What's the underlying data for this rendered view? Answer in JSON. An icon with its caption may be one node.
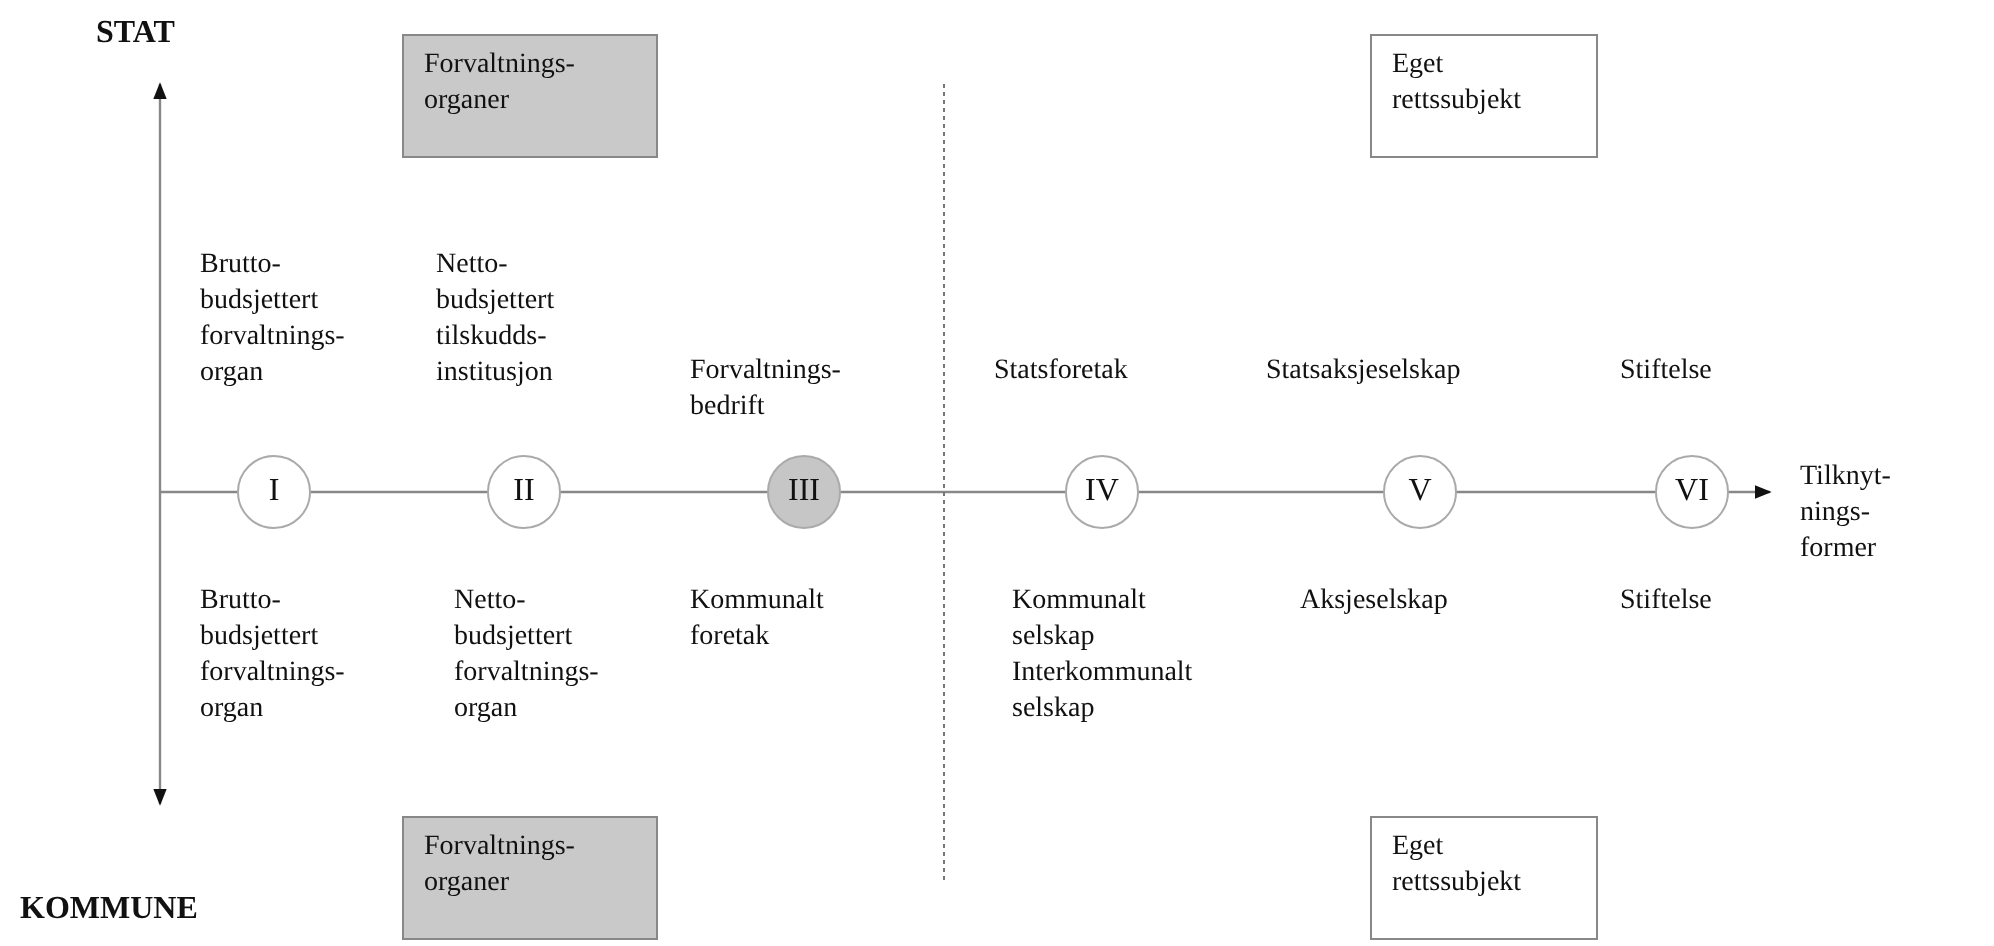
{
  "diagram": {
    "nodes": [
      {
        "text": [
          "Forvaltnings- organer"
        ]
      },
      {
        "text": [
          "Eget rettssubjekt"
        ]
      },
      {
        "text": [
          "I"
        ]
      },
      {
        "text": [
          "II"
        ]
      },
      {
        "text": [
          "III"
        ]
      },
      {
        "text": [
          "IV"
        ]
      },
      {
        "text": [
          "V"
        ]
      },
      {
        "text": [
          "VI"
        ]
      },
      {
        "text": [
          "Forvaltnings- organer"
        ]
      },
      {
        "text": [
          "Eget rettssubjekt"
        ]
      }
    ],
    "labels": [
      "STAT",
      "Brutto- budsjettert forvaltnings- organ",
      "Netto- budsjettert tilskudds- institusjon",
      "Forvaltnings- bedrift",
      "Statsforetak",
      "Statsaksjeselskap",
      "Stiftelse",
      "Tilknyt- nings- former",
      "Brutto- budsjettert forvaltnings- organ",
      "Netto- budsjettert forvaltnings- organ",
      "Kommunalt foretak",
      "Kommunalt selskap Interkommunalt selskap",
      "Aksjeselskap",
      "Stiftelse",
      "KOMMUNE"
    ]
  }
}
